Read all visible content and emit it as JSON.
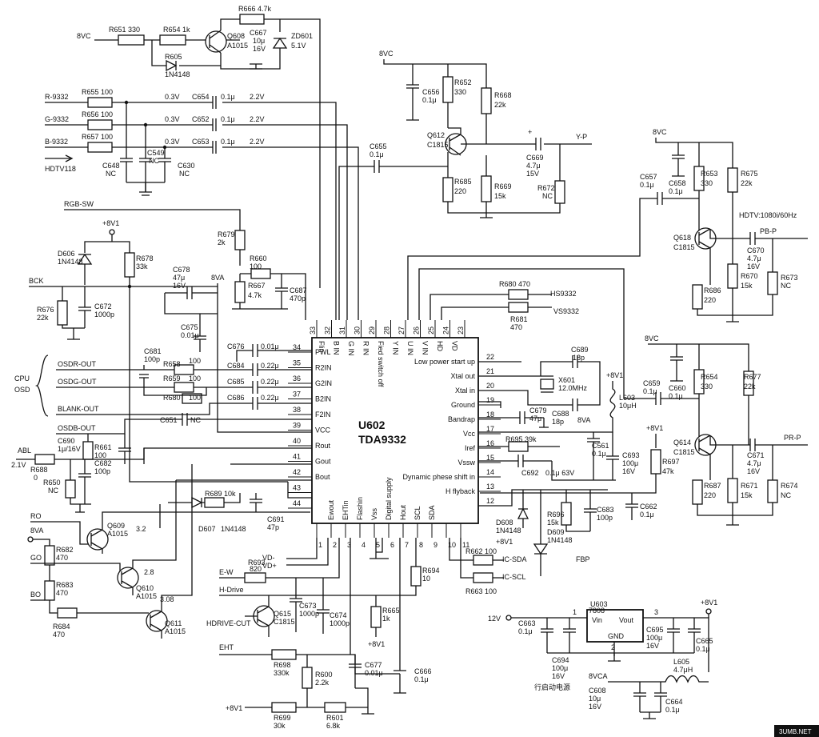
{
  "ic": {
    "ref": "U602",
    "part": "TDA9332",
    "left_pins": [
      {
        "num": "34",
        "name": "PWL"
      },
      {
        "num": "35",
        "name": "R2IN"
      },
      {
        "num": "36",
        "name": "G2IN"
      },
      {
        "num": "37",
        "name": "B2IN"
      },
      {
        "num": "38",
        "name": "F2IN"
      },
      {
        "num": "39",
        "name": "VCC"
      },
      {
        "num": "40",
        "name": "Rout"
      },
      {
        "num": "41",
        "name": "Gout"
      },
      {
        "num": "42",
        "name": "Bout"
      },
      {
        "num": "43",
        "name": ""
      },
      {
        "num": "44",
        "name": ""
      }
    ],
    "top_pins": [
      {
        "num": "33",
        "name": "Flin"
      },
      {
        "num": "32",
        "name": "B IN"
      },
      {
        "num": "31",
        "name": "G IN"
      },
      {
        "num": "30",
        "name": "R IN"
      },
      {
        "num": "29",
        "name": "Fied switch off"
      },
      {
        "num": "28",
        "name": "Y IN"
      },
      {
        "num": "27",
        "name": "U IN"
      },
      {
        "num": "26",
        "name": "V IN"
      },
      {
        "num": "25",
        "name": "HD"
      },
      {
        "num": "24",
        "name": "VD"
      },
      {
        "num": "23",
        "name": ""
      }
    ],
    "right_pins": [
      {
        "num": "22",
        "name": "Low power start up"
      },
      {
        "num": "21",
        "name": "Xtal out"
      },
      {
        "num": "20",
        "name": "Xtal in"
      },
      {
        "num": "19",
        "name": "Ground"
      },
      {
        "num": "18",
        "name": "Bandrap"
      },
      {
        "num": "17",
        "name": "Vcc"
      },
      {
        "num": "16",
        "name": "Iref"
      },
      {
        "num": "15",
        "name": "Vssw"
      },
      {
        "num": "14",
        "name": "Dynamic phese shift in"
      },
      {
        "num": "13",
        "name": "H flyback"
      },
      {
        "num": "12",
        "name": ""
      }
    ],
    "bottom_pins": [
      {
        "num": "1",
        "name": ""
      },
      {
        "num": "2",
        "name": "Ewout"
      },
      {
        "num": "3",
        "name": "EHTin"
      },
      {
        "num": "4",
        "name": "Flashin"
      },
      {
        "num": "5",
        "name": "Vss"
      },
      {
        "num": "6",
        "name": "Digital supply"
      },
      {
        "num": "7",
        "name": "Hout"
      },
      {
        "num": "8",
        "name": "SCL"
      },
      {
        "num": "9",
        "name": "SDA"
      },
      {
        "num": "10",
        "name": ""
      },
      {
        "num": "11",
        "name": ""
      }
    ]
  },
  "nets": {
    "vc8_a": "8VC",
    "vc8_b": "8VC",
    "vc8_c": "8VC",
    "vc8_d": "8VC",
    "r9332": "R-9332",
    "g9332": "G-9332",
    "b9332": "B-9332",
    "hdtv118": "HDTV118",
    "rgbsw": "RGB-SW",
    "v81_a": "+8V1",
    "v81_b": "+8V1",
    "v81_c": "+8V1",
    "v81_d": "+8V1",
    "v81_e": "+8V1",
    "v81_f": "+8V1",
    "v81_g": "+8V1",
    "bck": "BCK",
    "cpu": "CPU",
    "osd": "OSD",
    "osdr": "OSDR-OUT",
    "osdg": "OSDG-OUT",
    "blank": "BLANK-OUT",
    "osdb": "OSDB-OUT",
    "abl": "ABL",
    "abl_v": "2.1V",
    "va8_a": "8VA",
    "va8_b": "8VA",
    "va8_c": "8VA",
    "ro": "RO",
    "go": "GO",
    "bo": "BO",
    "ew": "E-W",
    "hdrive": "H-Drive",
    "hdrivecut": "HDRIVE-CUT",
    "eht": "EHT",
    "vdm": "VD-",
    "vdp": "VD+",
    "yp": "Y-P",
    "pbp": "PB-P",
    "prp": "PR-P",
    "hdtv1080": "HDTV:1080i/60Hz",
    "hs9332": "HS9332",
    "vs9332": "VS9332",
    "sda": "IC-SDA",
    "scl": "IC-SCL",
    "fbp": "FBP",
    "v12": "12V",
    "vca8": "8VCA",
    "power_title": "行启动电源"
  },
  "volts": {
    "v03a": "0.3V",
    "v03b": "0.3V",
    "v03c": "0.3V",
    "v22a": "2.2V",
    "v22b": "2.2V",
    "v22c": "2.2V",
    "v32": "3.2",
    "v28": "2.8",
    "v308": "3.08"
  },
  "components": {
    "R651": "R651 330",
    "R654": "R654 1k",
    "Q608": "Q608",
    "Q608p": "A1015",
    "R666": "R666 4.7k",
    "C667": "C667",
    "C667v": "10μ",
    "C667w": "16V",
    "ZD601": "ZD601",
    "ZD601v": "5.1V",
    "R605": "R605",
    "D1N": "1N4148",
    "R655": "R655 100",
    "R656": "R656 100",
    "R657": "R657 100",
    "C654": "C654",
    "C654v": "0.1μ",
    "C652": "C652",
    "C652v": "0.1μ",
    "C653": "C653",
    "C653v": "0.1μ",
    "C648": "C648",
    "C648v": "NC",
    "C649": "C549",
    "C649v": "NC",
    "C630": "C630",
    "C630v": "NC",
    "C656": "C656",
    "C656v": "0.1μ",
    "R652": "R652",
    "R652v": "330",
    "R668": "R668",
    "R668v": "22k",
    "C655": "C655",
    "C655v": "0.1μ",
    "Q612": "Q612",
    "Q612p": "C1815",
    "C669": "C669",
    "C669v": "4.7μ",
    "C669w": "15V",
    "R685": "R685",
    "R685v": "220",
    "R669": "R669",
    "R669v": "15k",
    "R672": "R672",
    "R672v": "NC",
    "C658": "C658",
    "C658v": "0.1μ",
    "R653": "R653",
    "R653v": "330",
    "R675": "R675",
    "R675v": "22k",
    "C657": "C657",
    "C657v": "0.1μ",
    "Q618": "Q618",
    "Q618p": "C1815",
    "C670": "C670",
    "C670v": "4.7μ",
    "C670w": "16V",
    "R686": "R686",
    "R686v": "220",
    "R670": "R670",
    "R670v": "15k",
    "R673": "R673",
    "R673v": "NC",
    "C660": "C660",
    "C660v": "0.1μ",
    "R654b": "R654",
    "R654bv": "330",
    "R677": "R677",
    "R677v": "22k",
    "C659": "C659",
    "C659v": "0.1μ",
    "Q614": "Q614",
    "Q614p": "C1815",
    "C671": "C671",
    "C671v": "4.7μ",
    "C671w": "16V",
    "R687": "R687",
    "R687v": "220",
    "R671": "R671",
    "R671v": "15k",
    "R674": "R674",
    "R674v": "NC",
    "R697": "R697",
    "R697v": "47k",
    "D606": "D606",
    "D606v": "1N4148",
    "R678": "R678",
    "R678v": "33k",
    "R676": "R676",
    "R676v": "22k",
    "C672": "C672",
    "C672v": "1000p",
    "C678": "C678",
    "C678v": "47μ",
    "C678w": "16V",
    "C675": "C675",
    "C675v": "0.01μ",
    "R679": "R679",
    "R679v": "2k",
    "R660": "R660",
    "R660v": "100",
    "R667": "R667",
    "R667v": "4.7k",
    "C687": "C687",
    "C687v": "470p",
    "C676": "C676",
    "C676v": "0.01μ",
    "C684": "C684",
    "C684v": "0.22μ",
    "C685": "C685",
    "C685v": "0.22μ",
    "C686": "C686",
    "C686v": "0.22μ",
    "C681": "C681",
    "C681v": "100p",
    "R658": "R658",
    "R658v": "100",
    "R659": "R659",
    "R659v": "100",
    "R680": "R680",
    "R680v": "100",
    "C651": "C651",
    "C651v": "NC",
    "C690": "C690",
    "C690v": "1μ/16V",
    "R661": "R661",
    "R661v": "100",
    "C682": "C682",
    "C682v": "100p",
    "R688": "R688",
    "R688v": "0",
    "R650": "R650",
    "R650v": "NC",
    "R689": "R689 10k",
    "D607": "D607",
    "D607v": "1N4148",
    "C691": "C691",
    "C691v": "47p",
    "Q609": "Q609",
    "Q609p": "A1015",
    "Q610": "Q610",
    "Q610p": "A1015",
    "Q611": "Q611",
    "Q611p": "A1015",
    "R682": "R682",
    "R682v": "470",
    "R683": "R683",
    "R683v": "470",
    "R684": "R684",
    "R684v": "470",
    "R693": "R693",
    "R693v": "820",
    "Q615": "Q615",
    "Q615p": "C1815",
    "C673": "C673",
    "C673v": "1000p",
    "C674": "C674",
    "C674v": "1000p",
    "R665": "R665",
    "R665v": "1k",
    "R694": "R694",
    "R694v": "10",
    "R698": "R698",
    "R698v": "330k",
    "R600": "R600",
    "R600v": "2.2k",
    "C677": "C677",
    "C677v": "0.01μ",
    "C666": "C666",
    "C666v": "0.1μ",
    "R699": "R699",
    "R699v": "30k",
    "R601": "R601",
    "R601v": "6.8k",
    "R680h": "R680 470",
    "R681": "R681",
    "R681v": "470",
    "C689": "C689",
    "C689v": "18p",
    "X601": "X601",
    "X601v": "12.0MHz",
    "C688": "C688",
    "C688v": "18p",
    "C679": "C679",
    "C679v": "47μ",
    "L603": "L603",
    "L603v": "10μH",
    "R695": "R695 39k",
    "C561": "C561",
    "C561v": "0.1μ",
    "C693": "C693",
    "C693v": "100μ",
    "C693w": "16V",
    "C692": "C692",
    "C692v": "0.1μ 63V",
    "D608": "D608",
    "D608v": "1N4148",
    "R696": "R696",
    "R696v": "15k",
    "D609": "D609",
    "D609v": "1N4148",
    "C683": "C683",
    "C683v": "100p",
    "C662": "C662",
    "C662v": "0.1μ",
    "R662": "R662 100",
    "R663": "R663 100",
    "U603": "U603",
    "U603p": "7808",
    "vin": "Vin",
    "vout": "Vout",
    "gnd": "GND",
    "C663": "C663",
    "C663v": "0.1μ",
    "C694": "C694",
    "C694v": "100μ",
    "C694w": "16V",
    "C695": "C695",
    "C695v": "100μ",
    "C695w": "16V",
    "C665": "C665",
    "C665v": "0.1μ",
    "L605": "L605",
    "L605v": "4.7μH",
    "C608": "C608",
    "C608v": "10μ",
    "C608w": "16V",
    "C664": "C664",
    "C664v": "0.1μ",
    "p1": "1",
    "p2": "2",
    "p3": "3"
  },
  "watermark": "3UMB.NET"
}
